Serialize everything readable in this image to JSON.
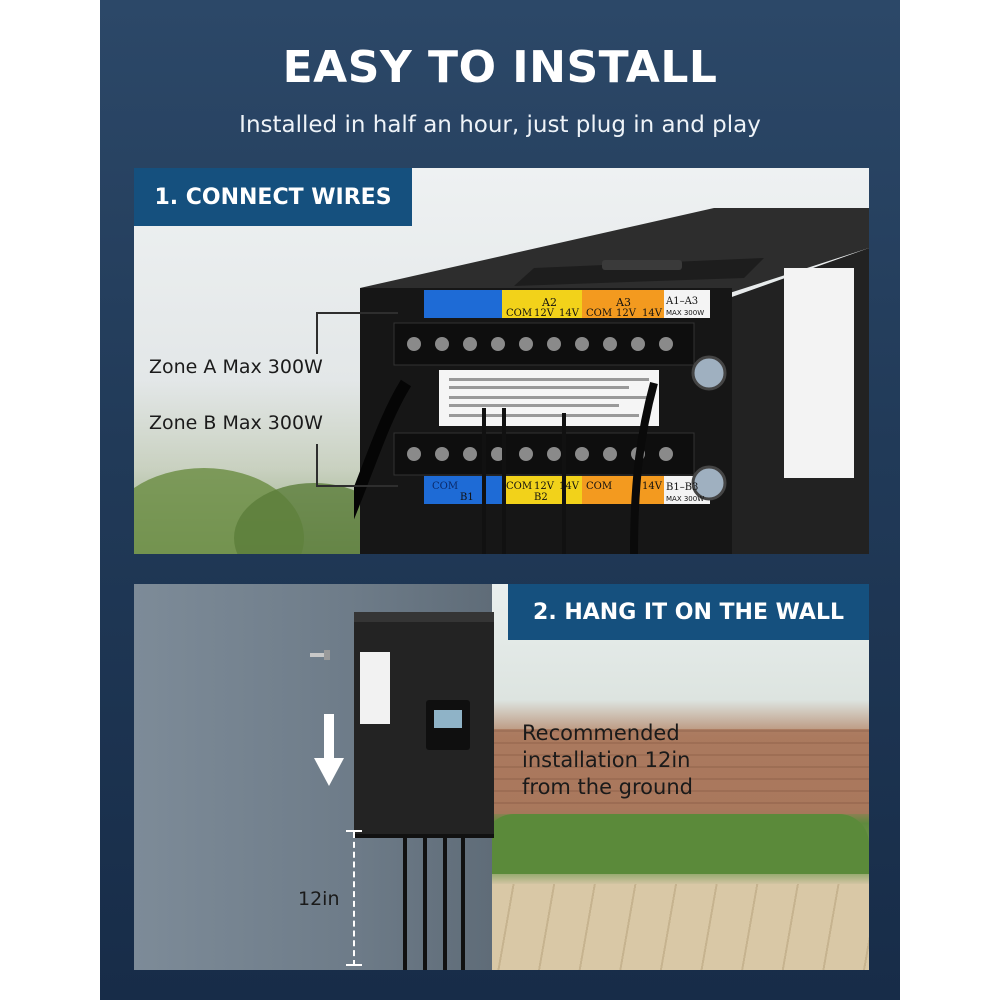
{
  "header": {
    "title": "EASY TO INSTALL",
    "subtitle": "Installed in half an hour, just plug in and play"
  },
  "step1": {
    "label": "1. CONNECT WIRES",
    "zone_a": "Zone A Max 300W",
    "zone_b": "Zone B Max 300W",
    "terminal_labels": {
      "a2": "A2",
      "a3": "A3",
      "com": "COM",
      "v12": "12V",
      "v14": "14V",
      "a_range": "A1–A3",
      "b_range": "B1–B3",
      "max": "MAX 300W",
      "b1": "B1",
      "b2": "B2"
    }
  },
  "step2": {
    "label": "2. HANG IT ON THE WALL",
    "recommendation": [
      "Recommended",
      "installation 12in",
      "from the ground"
    ],
    "measurement": "12in"
  },
  "colors": {
    "background": "#213a58",
    "tab": "#15507e",
    "terminal_blue": "#1e6bd6",
    "terminal_yellow": "#f2d21a",
    "terminal_orange": "#f39a1f"
  }
}
